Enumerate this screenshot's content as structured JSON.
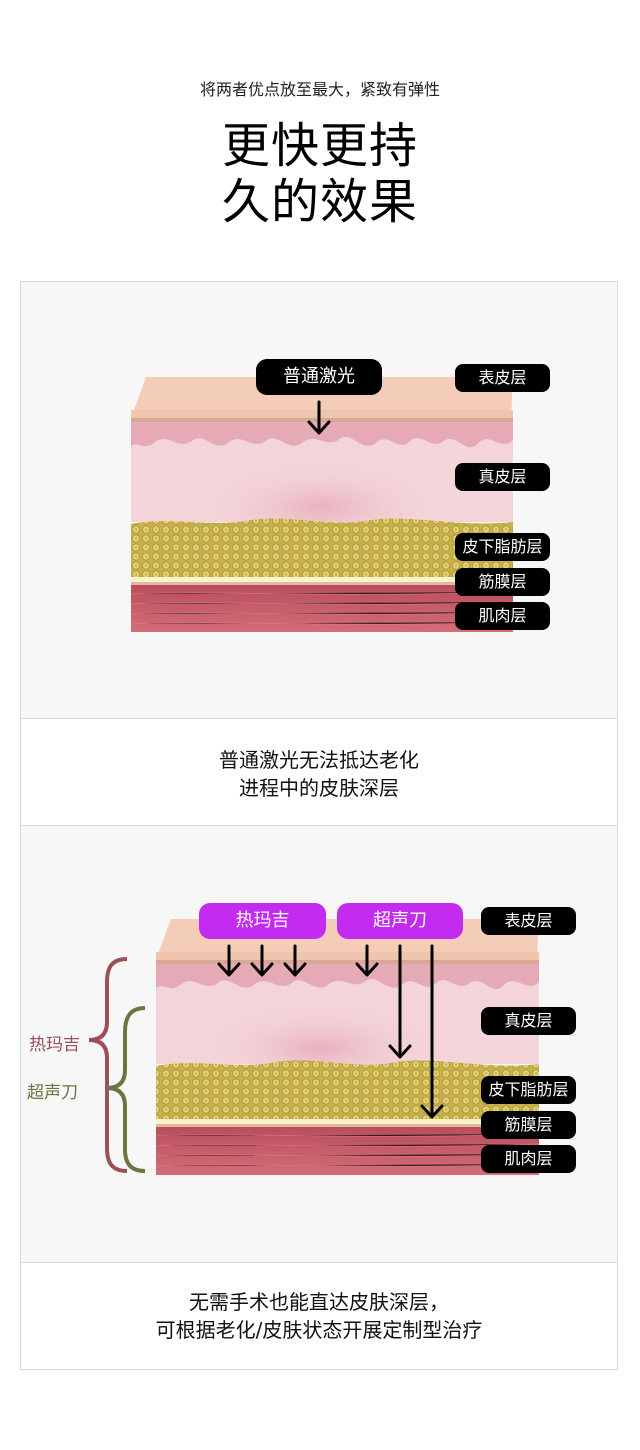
{
  "header": {
    "subtitle": "将两者优点放至最大，紧致有弹性",
    "title_line1": "更快更持",
    "title_line2": "久的效果"
  },
  "layers": {
    "epidermis": "表皮层",
    "dermis": "真皮层",
    "subcutaneous_fat": "皮下脂肪层",
    "fascia": "筋膜层",
    "muscle": "肌肉层"
  },
  "panel1": {
    "method_label": "普通激光",
    "caption_line1": "普通激光无法抵达老化",
    "caption_line2": "进程中的皮肤深层"
  },
  "panel2": {
    "method_a_label": "热玛吉",
    "method_b_label": "超声刀",
    "brace_a_label": "热玛吉",
    "brace_b_label": "超声刀",
    "caption_line1": "无需手术也能直达皮肤深层，",
    "caption_line2": "可根据老化/皮肤状态开展定制型治疗"
  },
  "colors": {
    "tag_background": "#000000",
    "method_purple": "#c32cf0",
    "brace_a": "#9b5057",
    "brace_b": "#6f7340",
    "epidermis": "#f4cdb9",
    "dermis": "#f3d4d9",
    "dermis_wavy": "#e5a8b5",
    "fat": "#d6c25a",
    "muscle": "#c9606a"
  },
  "icons": {
    "arrow": "down-arrow-icon"
  }
}
